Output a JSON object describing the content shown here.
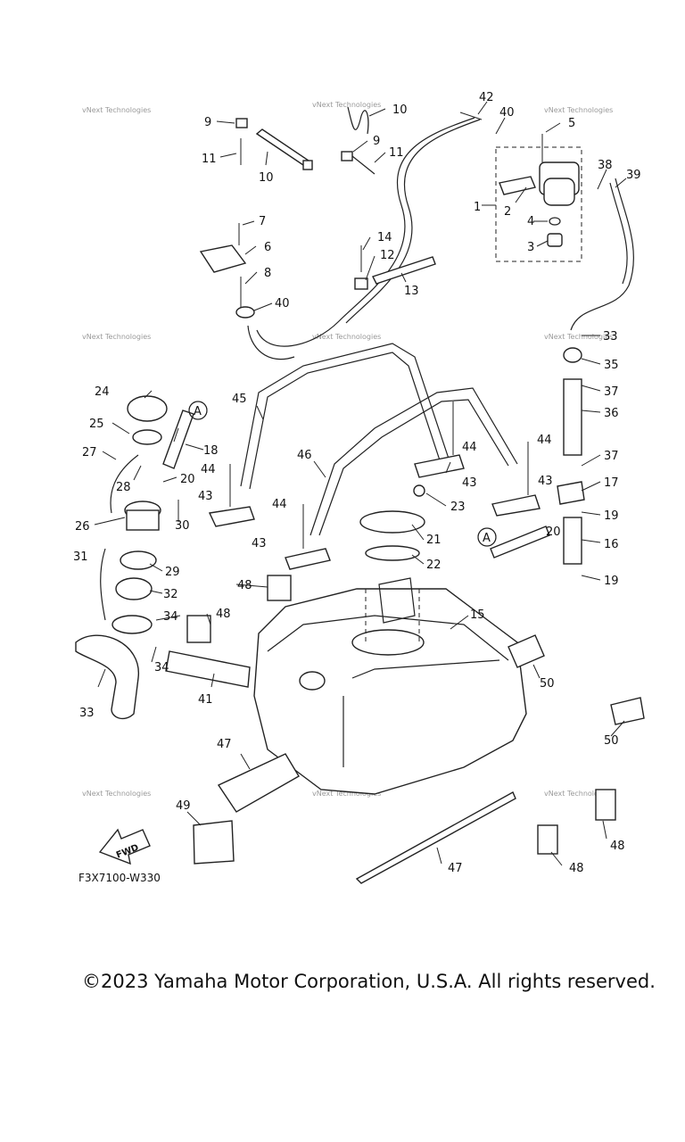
{
  "diagram_code": "F3X7100-W330",
  "copyright": "©2023 Yamaha Motor Corporation, U.S.A. All rights reserved.",
  "watermark": "vNext Technologies",
  "fwd_label": "FWD",
  "ref_a": "A",
  "labels": {
    "n1": "1",
    "n2": "2",
    "n3": "3",
    "n4": "4",
    "n5": "5",
    "n6": "6",
    "n7": "7",
    "n8": "8",
    "n9a": "9",
    "n9b": "9",
    "n10a": "10",
    "n10b": "10",
    "n11a": "11",
    "n11b": "11",
    "n12": "12",
    "n13": "13",
    "n14": "14",
    "n15": "15",
    "n16": "16",
    "n17": "17",
    "n18": "18",
    "n19a": "19",
    "n19b": "19",
    "n20a": "20",
    "n20b": "20",
    "n21": "21",
    "n22": "22",
    "n23": "23",
    "n24": "24",
    "n25": "25",
    "n26": "26",
    "n27": "27",
    "n28": "28",
    "n29": "29",
    "n30": "30",
    "n31": "31",
    "n32": "32",
    "n33": "33",
    "n34a": "34",
    "n34b": "34",
    "n35": "35",
    "n36": "36",
    "n37a": "37",
    "n37b": "37",
    "n38": "38",
    "n39": "39",
    "n40a": "40",
    "n40b": "40",
    "n41": "41",
    "n42": "42",
    "n43a": "43",
    "n43b": "43",
    "n43c": "43",
    "n43d": "43",
    "n44a": "44",
    "n44b": "44",
    "n44c": "44",
    "n44d": "44",
    "n45": "45",
    "n46": "46",
    "n47a": "47",
    "n47b": "47",
    "n48a": "48",
    "n48b": "48",
    "n48c": "48",
    "n48d": "48",
    "n49": "49",
    "n50a": "50",
    "n50b": "50",
    "n33b": "33"
  }
}
